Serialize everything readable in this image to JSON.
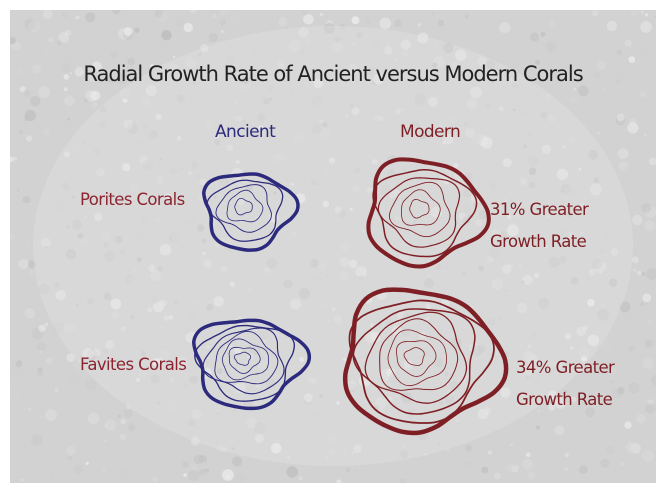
{
  "title": "Radial Growth Rate of Ancient versus Modern Corals",
  "columns": {
    "ancient": "Ancient",
    "modern": "Modern"
  },
  "rows": {
    "porites": {
      "label": "Porites Corals",
      "note_line1": "31% Greater",
      "note_line2": "Growth Rate"
    },
    "favites": {
      "label": "Favites Corals",
      "note_line1": "34% Greater",
      "note_line2": "Growth Rate"
    }
  },
  "colors": {
    "ancient": "#2c2a7c",
    "modern": "#7e1f25",
    "background": "#d2d2d2"
  }
}
